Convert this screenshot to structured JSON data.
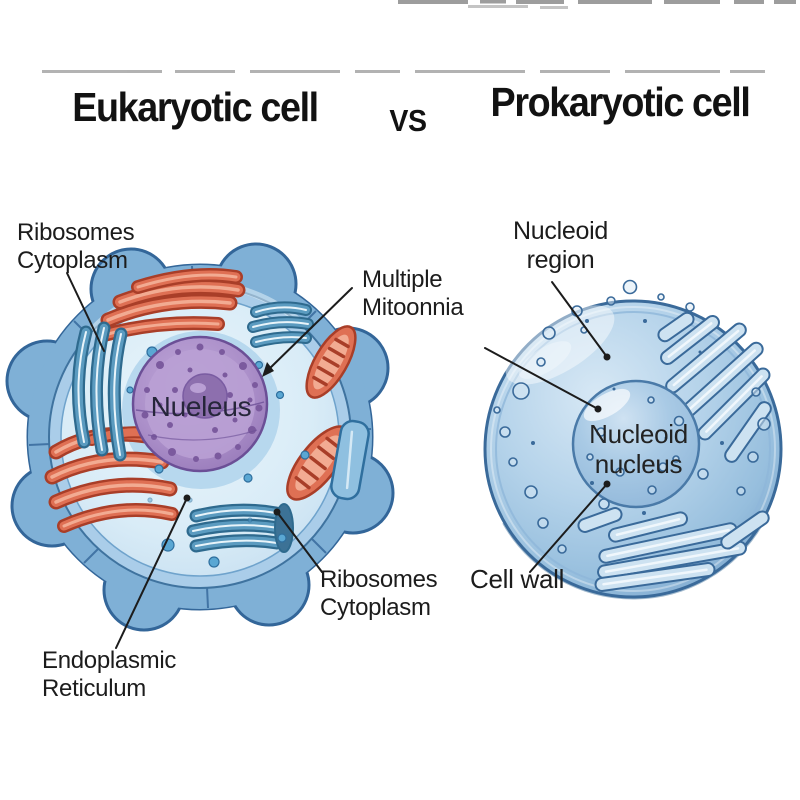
{
  "header": {
    "left_title": "Eukaryotic cell",
    "vs": "VS",
    "right_title": "Prokaryotic cell"
  },
  "eukaryotic": {
    "labels": {
      "ribosomes_cytoplasm_top": "Ribosomes\nCytoplasm",
      "multiple_mitochondria": "Multiple\nMitoonnia",
      "nucleus": "Nueleus",
      "ribosomes_cytoplasm_bottom": "Ribosomes\nCytoplasm",
      "endoplasmic_reticulum": "Endoplasmic\nReticulum"
    }
  },
  "prokaryotic": {
    "labels": {
      "nucleoid_region": "Nucleoid\nregion",
      "nucleoid_nucleus": "Nucleoid\nnucleus",
      "cell_wall": "Cell wall"
    }
  },
  "colors": {
    "membrane_blue": "#7fb0d6",
    "cytoplasm_blue": "#d9ecf7",
    "nucleus_purple": "#a68cc4",
    "nucleolus_purple": "#8d6fae",
    "mitochondria_red": "#df7054",
    "er_teal": "#5b9bc0",
    "prokaryote_blue": "#a9cbe5",
    "outline_blue": "#3a6a9a",
    "label_text": "#1c1c1c",
    "title_text": "#121212"
  }
}
